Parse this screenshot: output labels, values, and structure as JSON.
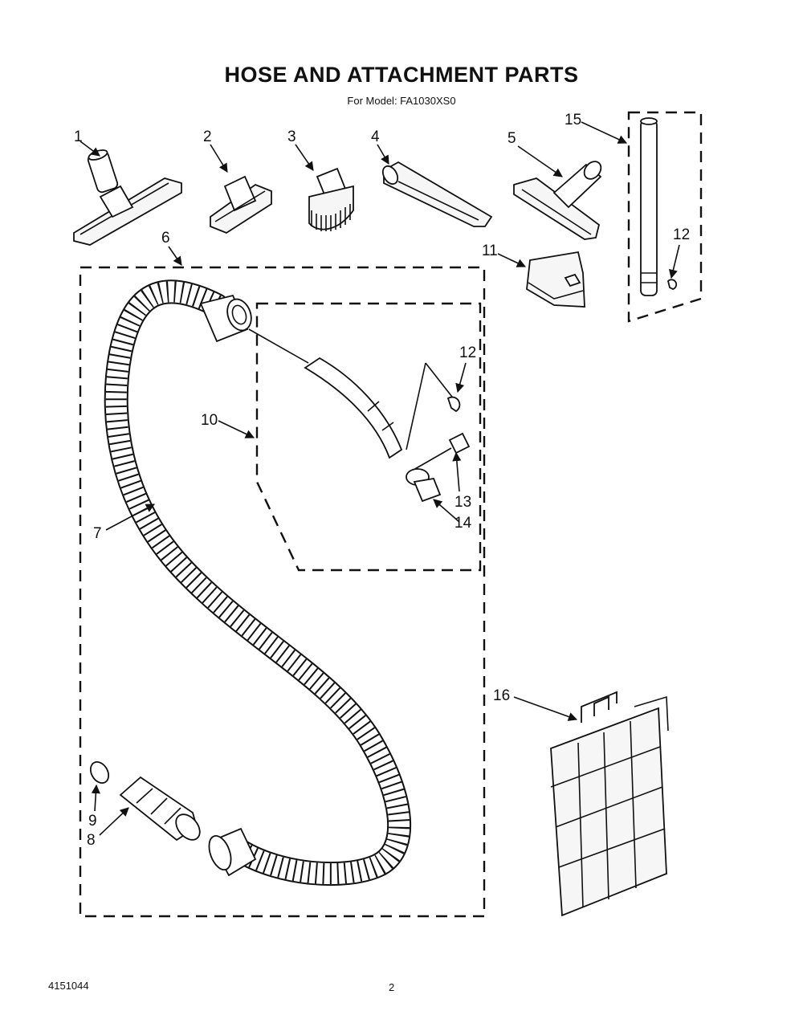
{
  "header": {
    "title": "HOSE AND ATTACHMENT PARTS",
    "model": "For Model: FA1030XS0"
  },
  "footer": {
    "doc_number": "4151044",
    "page_number": "2"
  },
  "callouts": {
    "c1": "1",
    "c2": "2",
    "c3": "3",
    "c4": "4",
    "c5": "5",
    "c6": "6",
    "c7": "7",
    "c8": "8",
    "c9": "9",
    "c10": "10",
    "c11": "11",
    "c12a": "12",
    "c12b": "12",
    "c13": "13",
    "c14": "14",
    "c15": "15",
    "c16": "16"
  }
}
